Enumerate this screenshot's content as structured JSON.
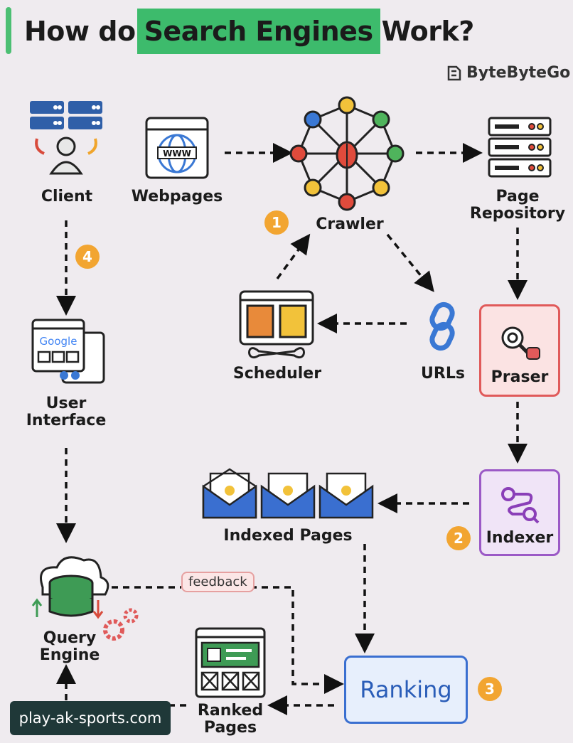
{
  "title": {
    "part1": "How do",
    "highlight": "Search Engines",
    "part2": "Work?"
  },
  "brand": "ByteByteGo",
  "nodes": {
    "client": "Client",
    "webpages": "Webpages",
    "crawler": "Crawler",
    "page_repository_line1": "Page",
    "page_repository_line2": "Repository",
    "scheduler": "Scheduler",
    "urls": "URLs",
    "praser": "Praser",
    "user_interface_line1": "User",
    "user_interface_line2": "Interface",
    "indexed_pages": "Indexed Pages",
    "indexer": "Indexer",
    "query_engine_line1": "Query",
    "query_engine_line2": "Engine",
    "ranking": "Ranking",
    "ranked_pages_line1": "Ranked",
    "ranked_pages_line2": "Pages"
  },
  "badges": {
    "step1": "1",
    "step2": "2",
    "step3": "3",
    "step4": "4"
  },
  "edge_labels": {
    "feedback": "feedback"
  },
  "icon_text": {
    "www": "WWW",
    "google": "Google"
  },
  "watermark": "play-ak-sports.com",
  "colors": {
    "title_highlight": "#3dbb6c",
    "badge": "#f2a531",
    "praser_border": "#e05a5a",
    "praser_fill": "#fbe3e3",
    "indexer_border": "#9b59c6",
    "indexer_fill": "#f0e4f7",
    "ranking_border": "#3a6fd0",
    "ranking_fill": "#e7effc"
  }
}
